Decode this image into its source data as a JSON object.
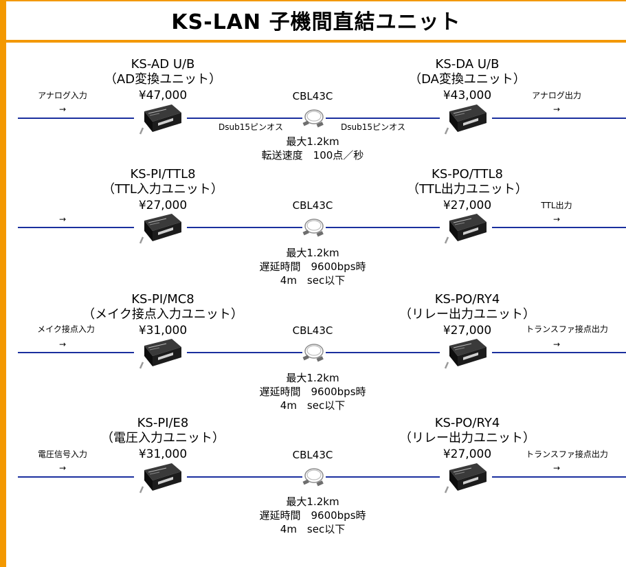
{
  "title": "KS-LAN 子機間直結ユニット",
  "colors": {
    "frame": "#f39800",
    "line": "#1a2f9e"
  },
  "rows": [
    {
      "left_unit": {
        "name": "KS-AD U/B",
        "desc": "（AD変換ユニット）",
        "price": "¥47,000"
      },
      "right_unit": {
        "name": "KS-DA U/B",
        "desc": "（DA変換ユニット）",
        "price": "¥43,000"
      },
      "left_io": "アナログ入力",
      "right_io": "アナログ出力",
      "arrow": "→",
      "cable": "CBL43C",
      "connector_left": "Dsub15ピンオス",
      "connector_right": "Dsub15ピンオス",
      "specs": [
        "最大1.2km",
        "転送速度　100点／秒"
      ]
    },
    {
      "left_unit": {
        "name": "KS-PI/TTL8",
        "desc": "（TTL入力ユニット）",
        "price": "¥27,000"
      },
      "right_unit": {
        "name": "KS-PO/TTL8",
        "desc": "（TTL出力ユニット）",
        "price": "¥27,000"
      },
      "left_io": "",
      "right_io": "TTL出力",
      "arrow": "→",
      "cable": "CBL43C",
      "specs": [
        "最大1.2km",
        "遅延時間　9600bps時",
        "4m　sec以下"
      ]
    },
    {
      "left_unit": {
        "name": "KS-PI/MC8",
        "desc": "（メイク接点入力ユニット）",
        "price": "¥31,000"
      },
      "right_unit": {
        "name": "KS-PO/RY4",
        "desc": "（リレー出力ユニット）",
        "price": "¥27,000"
      },
      "left_io": "メイク接点入力",
      "right_io": "トランスファ接点出力",
      "arrow": "→",
      "cable": "CBL43C",
      "specs": [
        "最大1.2km",
        "遅延時間　9600bps時",
        "4m　sec以下"
      ]
    },
    {
      "left_unit": {
        "name": "KS-PI/E8",
        "desc": "（電圧入力ユニット）",
        "price": "¥31,000"
      },
      "right_unit": {
        "name": "KS-PO/RY4",
        "desc": "（リレー出力ユニット）",
        "price": "¥27,000"
      },
      "left_io": "電圧信号入力",
      "right_io": "トランスファ接点出力",
      "arrow": "→",
      "cable": "CBL43C",
      "specs": [
        "最大1.2km",
        "遅延時間　9600bps時",
        "4m　sec以下"
      ]
    }
  ]
}
